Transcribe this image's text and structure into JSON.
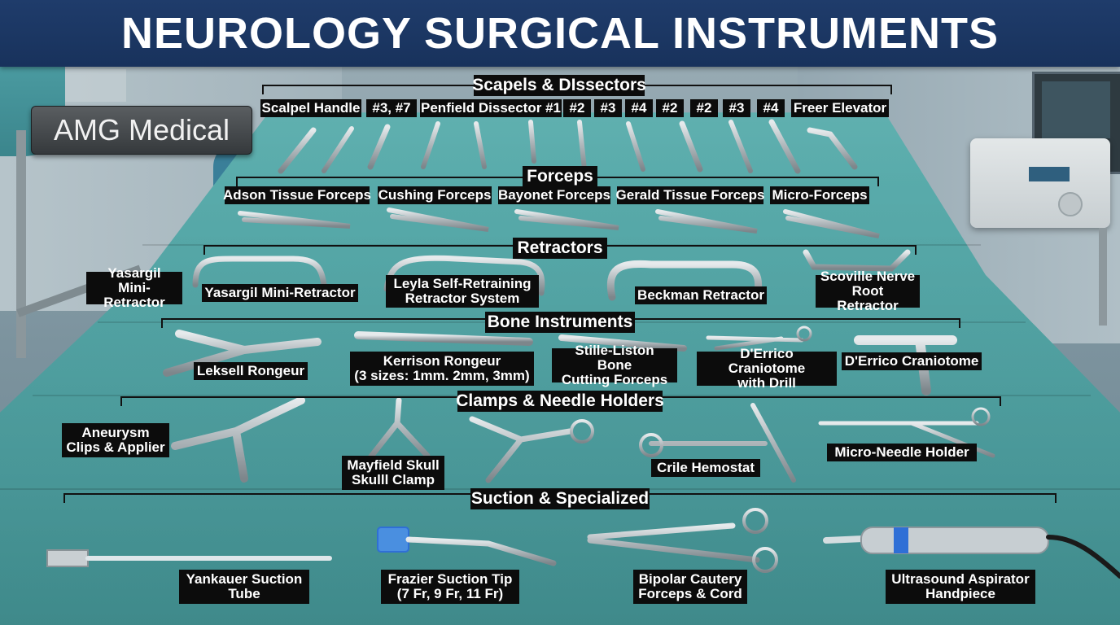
{
  "title": "NEUROLOGY SURGICAL INSTRUMENTS",
  "brand": "AMG Medical",
  "sections": {
    "scalpels": {
      "heading": "Scapels & DIssectors",
      "labels": [
        "Scalpel Handle",
        "#3, #7",
        "Penfield Dissector #1",
        "#2",
        "#3",
        "#4",
        "#2",
        "#2",
        "#3",
        "#4",
        "Freer Elevator"
      ]
    },
    "forceps": {
      "heading": "Forceps",
      "labels": [
        "Adson Tissue Forceps",
        "Cushing Forceps",
        "Bayonet Forceps",
        "Gerald Tissue Forceps",
        "Micro-Forceps"
      ]
    },
    "retractors": {
      "heading": "Retractors",
      "labels": [
        "Yasargil Mini-\nRetractor",
        "Yasargil Mini-Retractor",
        "Leyla Self-Retraining\nRetractor System",
        "Beckman Retractor",
        "Scoville Nerve\nRoot Retractor"
      ]
    },
    "bone": {
      "heading": "Bone Instruments",
      "labels": [
        "Leksell Rongeur",
        "Kerrison Rongeur\n(3 sizes: 1mm. 2mm, 3mm)",
        "Stille-Liston Bone\nCutting Forceps",
        "D'Errico Craniotome\nwith Drill",
        "D'Errico Craniotome"
      ]
    },
    "clamps": {
      "heading": "Clamps & Needle Holders",
      "labels": [
        "Aneurysm\nClips & Applier",
        "Mayfield Skull\nSkulll Clamp",
        "Crile Hemostat",
        "Micro-Needle Holder"
      ]
    },
    "suction": {
      "heading": "Suction & Specialized",
      "labels": [
        "Yankauer Suction\nTube",
        "Frazier Suction Tip\n(7 Fr, 9 Fr, 11 Fr)",
        "Bipolar Cautery\nForceps & Cord",
        "Ultrasound Aspirator\nHandpiece"
      ]
    }
  },
  "colors": {
    "title_bar": "#1f3c6b",
    "label_bg": "#0c0c0c",
    "label_text": "#ffffff",
    "drape": "#56a8a8",
    "steel": "#b9c0c4",
    "aspirator_band": "#2f6fd6"
  }
}
